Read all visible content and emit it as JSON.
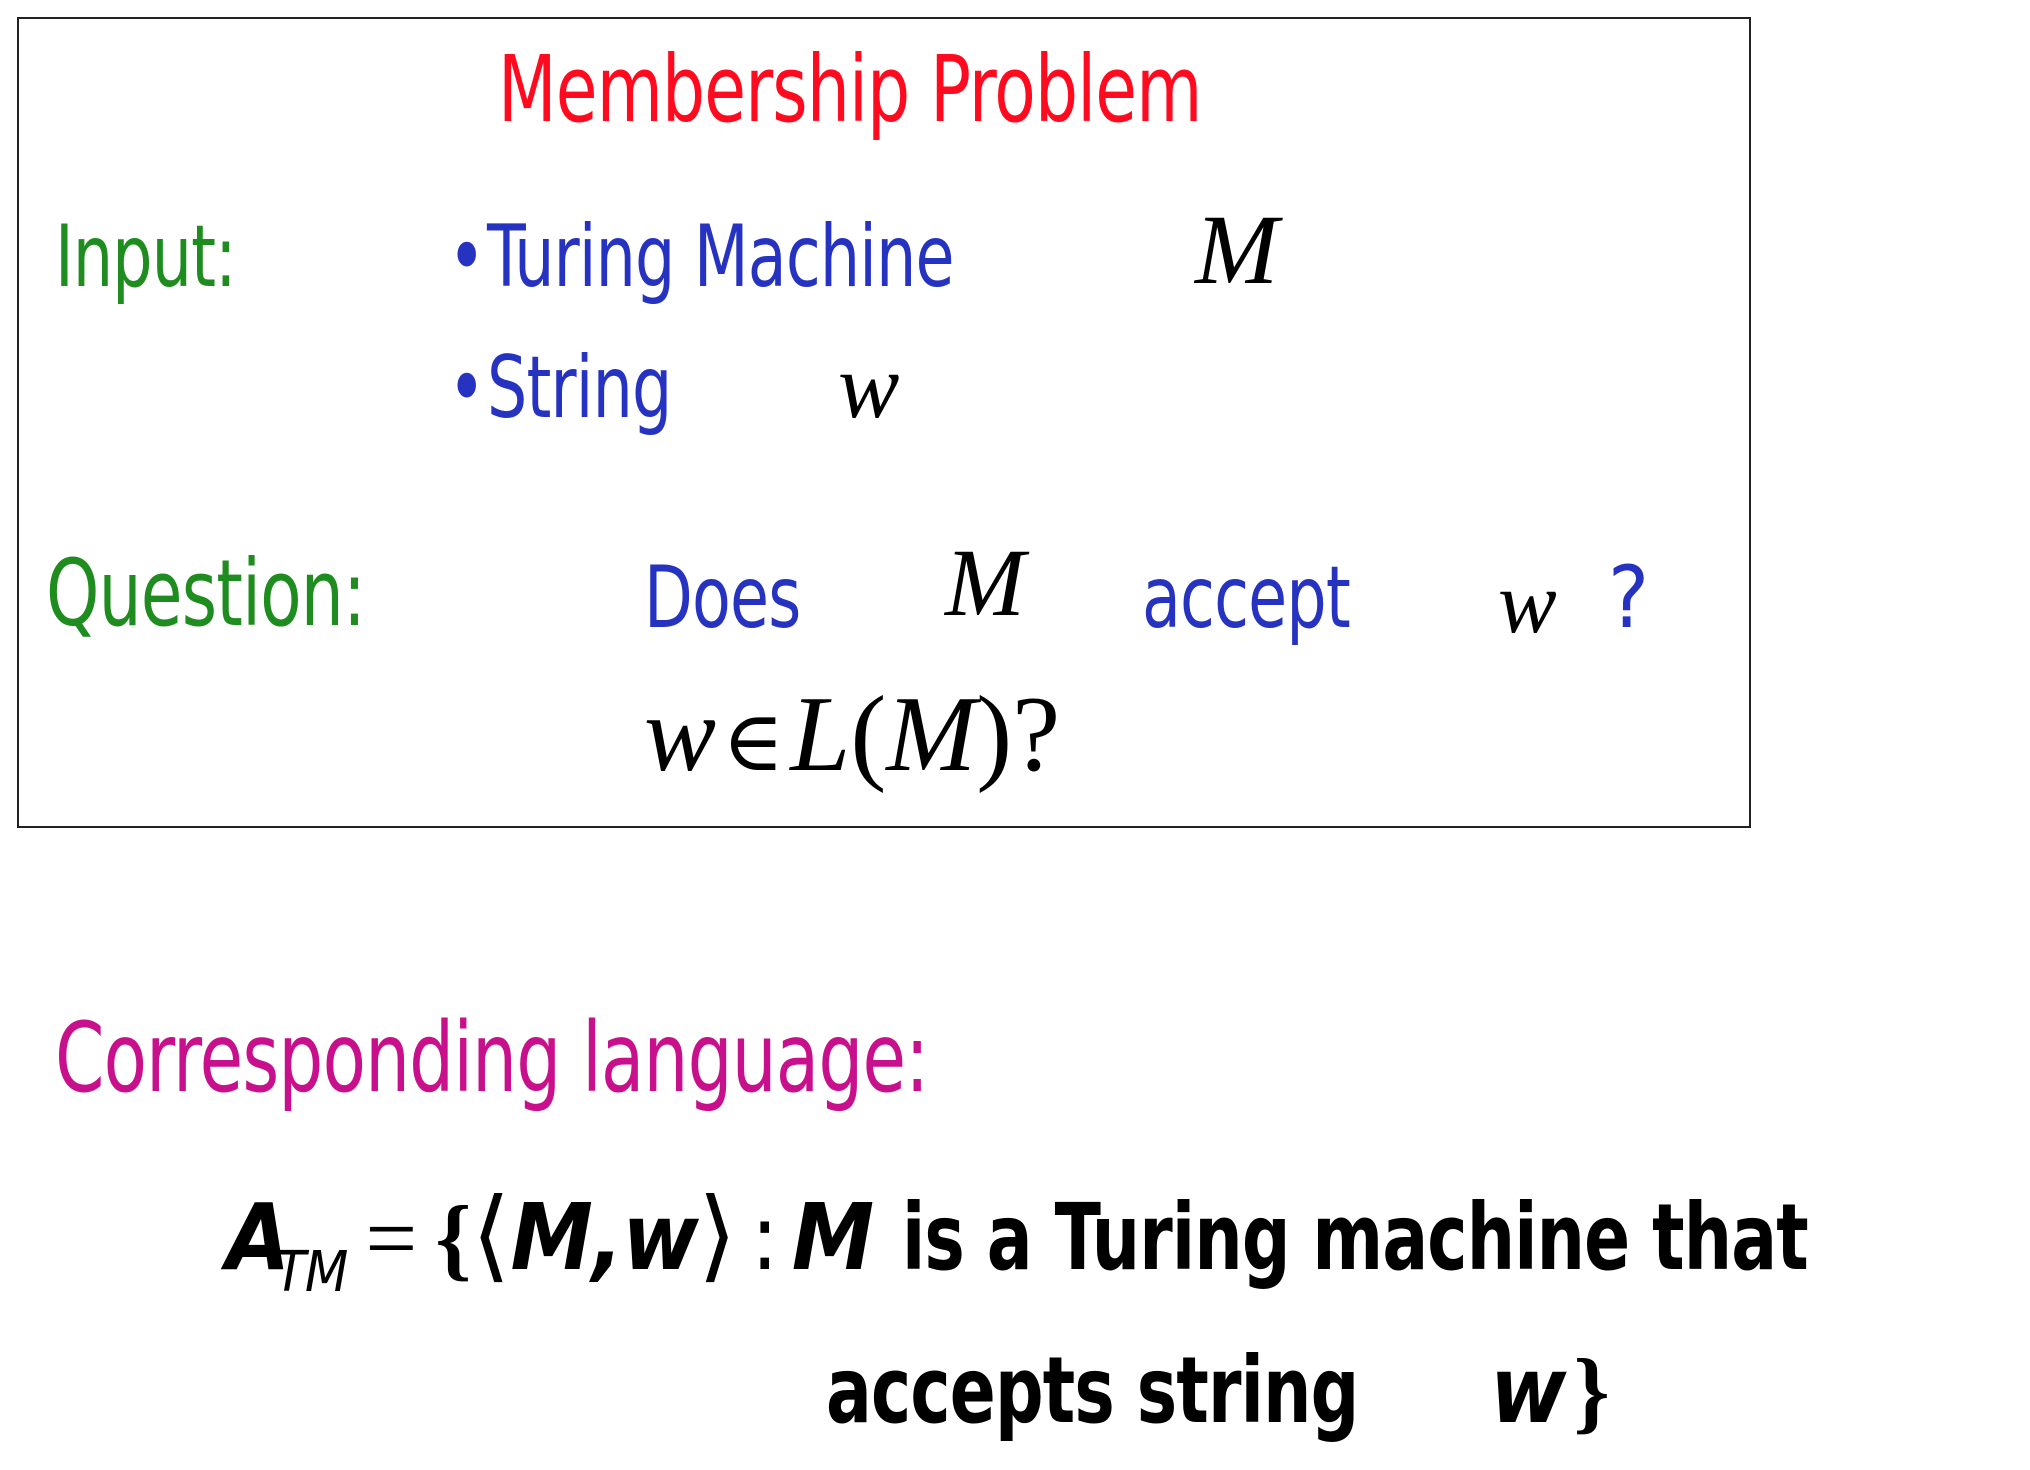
{
  "colors": {
    "title": "#FF0A1E",
    "label": "#1E8C1E",
    "body": "#2633C0",
    "section": "#C8108C",
    "math": "#000000",
    "border": "#222222"
  },
  "problem_box": {
    "title": "Membership Problem",
    "input": {
      "label": "Input:",
      "items": [
        {
          "bullet": "•",
          "text": "Turing Machine",
          "symbol": "M"
        },
        {
          "bullet": "•",
          "text": "String",
          "symbol": "w"
        }
      ]
    },
    "question": {
      "label": "Question:",
      "parts": [
        "Does",
        "M",
        "accept",
        "w",
        "?"
      ],
      "formula": {
        "w": "w",
        "in": "∈",
        "L": "L",
        "open": "(",
        "M": "M",
        "close": ")",
        "q": "?"
      }
    }
  },
  "language": {
    "label": "Corresponding language:",
    "name": "A",
    "subscript": "TM",
    "equals": "=",
    "open_brace": "{",
    "lang": "⟨",
    "pair": "M,w",
    "rang": "⟩",
    "colon": ":",
    "M": "M",
    "line1_text": "is a Turing machine that",
    "line2_text": "accepts string",
    "w": "w",
    "close_brace": "}"
  }
}
